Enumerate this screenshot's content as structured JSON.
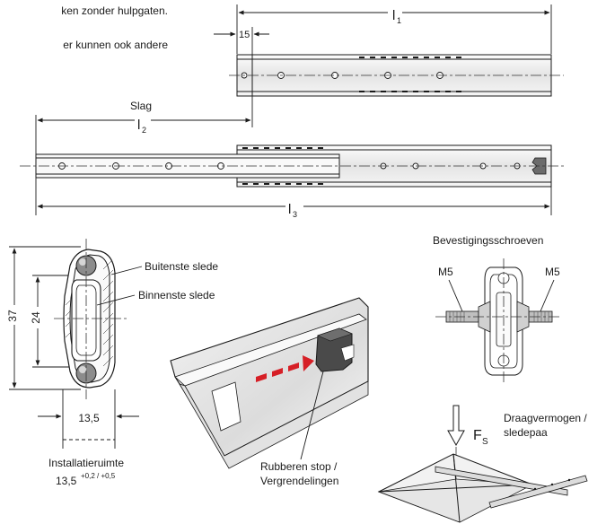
{
  "intro_text": {
    "line1": "ken   zonder   hulpgaten.",
    "line2": "er  kunnen  ook  andere"
  },
  "top_view": {
    "dim_l1": "l",
    "dim_l1_sub": "1",
    "dim_15": "15"
  },
  "extended_view": {
    "stroke_label": "Slag",
    "dim_l2": "l",
    "dim_l2_sub": "2",
    "dim_l3": "l",
    "dim_l3_sub": "3"
  },
  "cross_section": {
    "dim_37": "37",
    "dim_24": "24",
    "dim_width": "13,5",
    "outer_label": "Buitenste slede",
    "inner_label": "Binnenste slede",
    "install_label": "Installatieruimte",
    "install_value": "13,5",
    "install_tol": "+0,2 / +0,5"
  },
  "detail": {
    "stop_label_1": "Rubberen stop /",
    "stop_label_2": "Vergrendelingen"
  },
  "screws": {
    "title": "Bevestigingsschroeven",
    "left": "M5",
    "right": "M5"
  },
  "load": {
    "force": "F",
    "force_sub": "S",
    "label_1": "Draagvermogen /",
    "label_2": "sledepaa"
  }
}
